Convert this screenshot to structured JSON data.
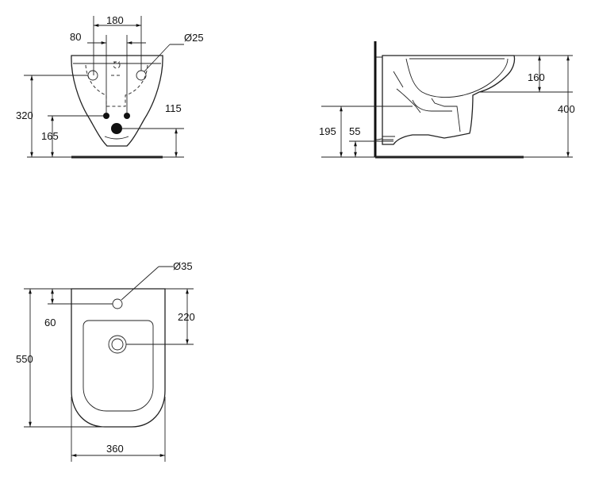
{
  "front_view": {
    "dim_180": "180",
    "dim_80": "80",
    "dim_d25": "Ø25",
    "dim_320": "320",
    "dim_115": "115",
    "dim_165": "165"
  },
  "side_view": {
    "dim_160": "160",
    "dim_400": "400",
    "dim_195": "195",
    "dim_55": "55"
  },
  "top_view": {
    "dim_d35": "Ø35",
    "dim_220": "220",
    "dim_60": "60",
    "dim_550": "550",
    "dim_360": "360"
  }
}
